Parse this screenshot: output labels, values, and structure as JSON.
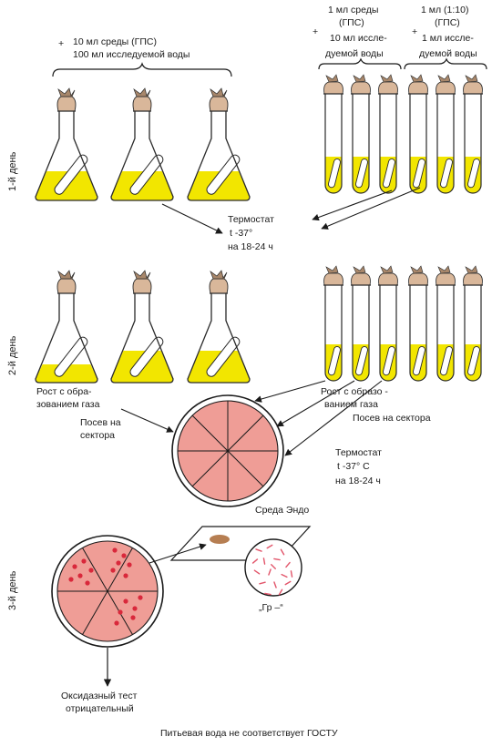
{
  "colors": {
    "medium_yellow": "#f2e600",
    "glass_outline": "#2a2a2a",
    "cotton_plug": "#d9b79a",
    "plug_shadow": "#a8876b",
    "endo_agar": "#ef9d96",
    "colony_red": "#d9283b",
    "gram_rods": "#e2556a",
    "line": "#1a1a1a"
  },
  "labels": {
    "day1_recipe_l1": "10 мл среды (ГПС)",
    "day1_recipe_l2": "100 мл исследуемой воды",
    "tubes_a_l1": "1 мл среды",
    "tubes_a_l2": "(ГПС)",
    "tubes_a_l3": "10 мл иссле-",
    "tubes_a_l4": "дуемой воды",
    "tubes_b_l1": "1 мл  (1:10)",
    "tubes_b_l2": "(ГПС)",
    "tubes_b_l3": "1 мл иссле-",
    "tubes_b_l4": "дуемой воды",
    "plus": "+",
    "thermo1_l1": "Термостат",
    "thermo1_l2": "t  -37°",
    "thermo1_l3": "на 18-24 ч",
    "day1": "1-й день",
    "day2": "2-й день",
    "day3": "3-й день",
    "gas_left_l1": "Рост с обра-",
    "gas_left_l2": "зованием газа",
    "gas_right_l1": "Рост  с образо -",
    "gas_right_l2": "ванием газа",
    "sow_left_l1": "Посев на",
    "sow_left_l2": "сектора",
    "sow_right": "Посев на сектора",
    "thermo2_l1": "Термостат",
    "thermo2_l2": "t  -37° C",
    "thermo2_l3": "на 18-24 ч",
    "endo_medium": "Среда  Эндо",
    "gram": "„Гр –“",
    "oxidase_l1": "Оксидазный тест",
    "oxidase_l2": "отрицательный",
    "conclusion": "Питьевая вода не соответствует ГОСТУ"
  }
}
